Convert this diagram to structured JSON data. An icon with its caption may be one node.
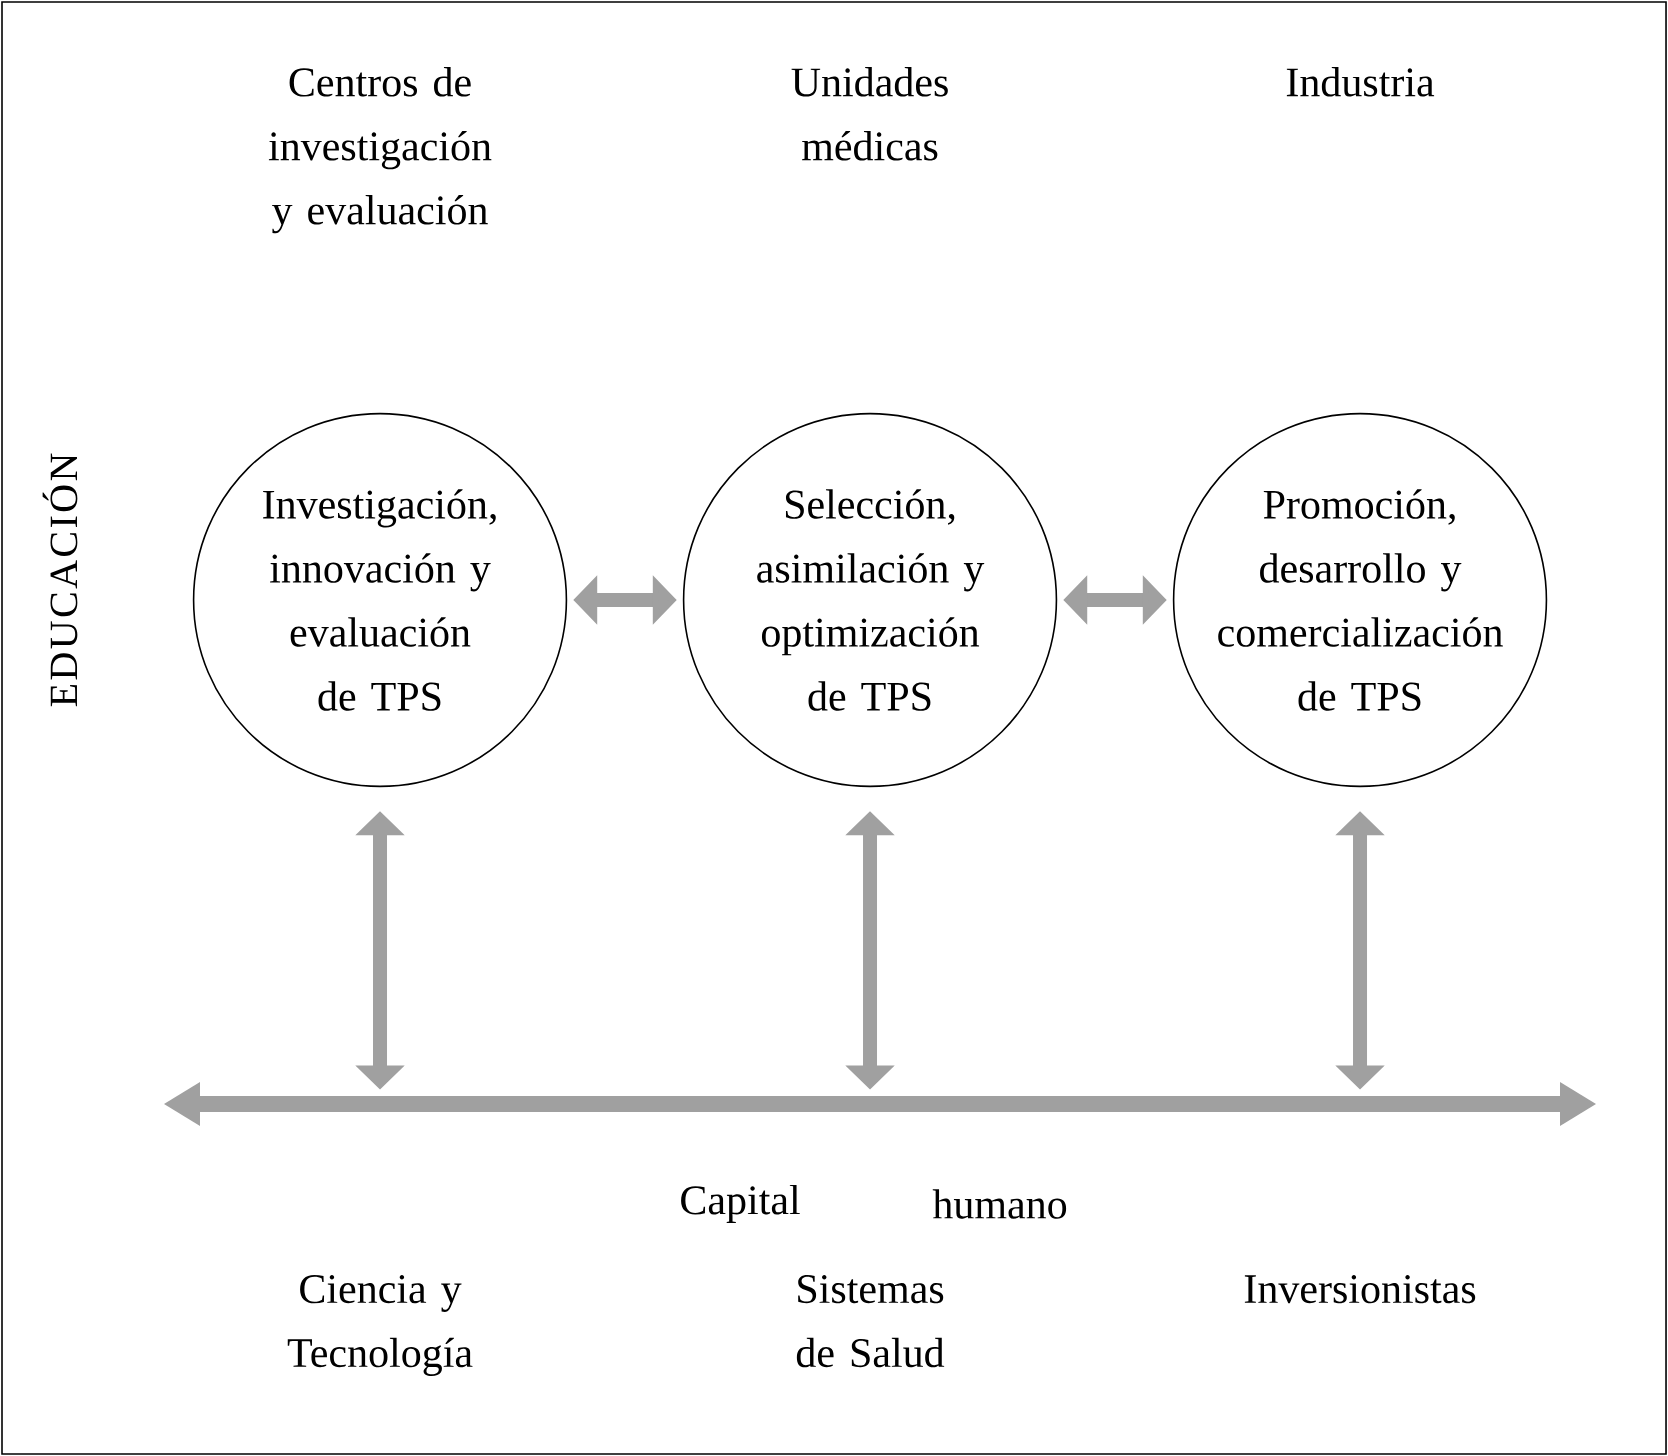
{
  "diagram": {
    "nodes": [
      {
        "text": [
          "Investigación, innovación y evaluación de TPS"
        ]
      },
      {
        "text": [
          "Selección, asimilación y optimización de TPS"
        ]
      },
      {
        "text": [
          "Promoción, desarrollo y comercialización de TPS"
        ]
      },
      {
        "text": [],
        "shape": "bar"
      }
    ],
    "edges": [
      {
        "from": 0,
        "to": 1,
        "arrow": "both"
      },
      {
        "from": 1,
        "to": 2,
        "arrow": "both"
      },
      {
        "from": 0,
        "to": 3,
        "arrow": "both"
      },
      {
        "from": 1,
        "to": 3,
        "arrow": "both"
      },
      {
        "from": 2,
        "to": 3,
        "arrow": "both"
      }
    ],
    "labels": [
      "Centros de investigación y evaluación",
      "Unidades médicas",
      "Industria",
      "EDUCACIÓN",
      "Capital",
      "humano",
      "Ciencia y Tecnología",
      "Sistemas de Salud",
      "Inversionistas"
    ]
  }
}
